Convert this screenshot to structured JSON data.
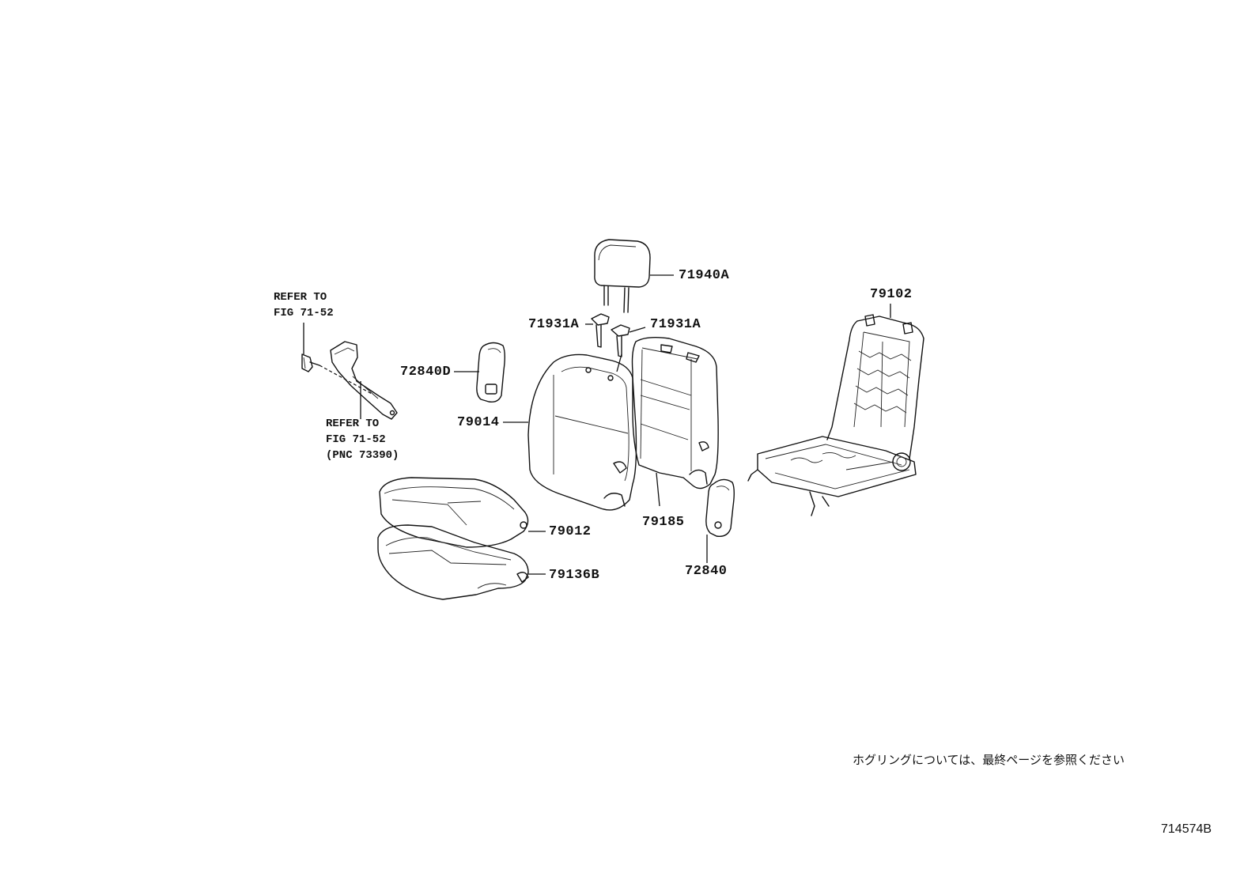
{
  "parts": {
    "headrest": "71940A",
    "support_left": "71931A",
    "support_right": "71931A",
    "frame": "79102",
    "cover_left": "72840D",
    "back_cover": "79014",
    "back_pad": "79185",
    "cover_right": "72840",
    "cushion_cover": "79012",
    "cushion_pad": "79136B"
  },
  "references": {
    "top": [
      "REFER TO",
      "FIG 71-52"
    ],
    "bottom": [
      "REFER TO",
      "FIG 71-52",
      "(PNC 73390)"
    ]
  },
  "note": "ホグリングについては、最終ページを参照ください",
  "figure_number": "714574B"
}
